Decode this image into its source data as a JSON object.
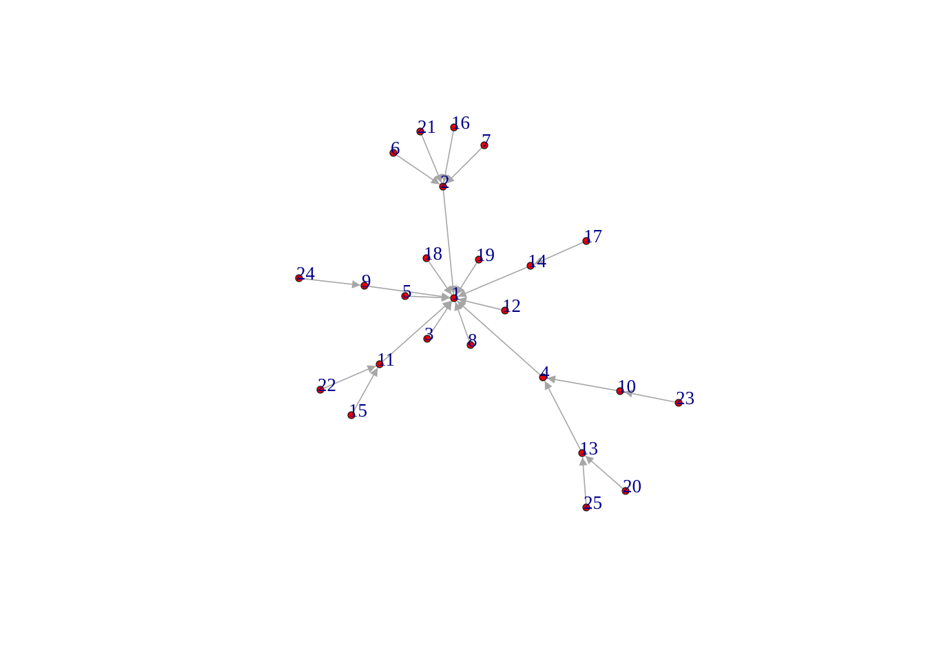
{
  "colors": {
    "background": "#ffffff",
    "edge": "#a6a6a6",
    "arrowhead": "#a6a6a6",
    "node_fill": "#e8000b",
    "node_border": "#1a1a1a",
    "label": "#00008b"
  },
  "diagram": {
    "type": "directed-network",
    "nodes": [
      {
        "id": "1",
        "label": "1"
      },
      {
        "id": "2",
        "label": "2"
      },
      {
        "id": "3",
        "label": "3"
      },
      {
        "id": "4",
        "label": "4"
      },
      {
        "id": "5",
        "label": "5"
      },
      {
        "id": "6",
        "label": "6"
      },
      {
        "id": "7",
        "label": "7"
      },
      {
        "id": "8",
        "label": "8"
      },
      {
        "id": "9",
        "label": "9"
      },
      {
        "id": "10",
        "label": "10"
      },
      {
        "id": "11",
        "label": "11"
      },
      {
        "id": "12",
        "label": "12"
      },
      {
        "id": "13",
        "label": "13"
      },
      {
        "id": "14",
        "label": "14"
      },
      {
        "id": "15",
        "label": "15"
      },
      {
        "id": "16",
        "label": "16"
      },
      {
        "id": "17",
        "label": "17"
      },
      {
        "id": "18",
        "label": "18"
      },
      {
        "id": "19",
        "label": "19"
      },
      {
        "id": "20",
        "label": "20"
      },
      {
        "id": "21",
        "label": "21"
      },
      {
        "id": "22",
        "label": "22"
      },
      {
        "id": "23",
        "label": "23"
      },
      {
        "id": "24",
        "label": "24"
      },
      {
        "id": "25",
        "label": "25"
      }
    ],
    "edges": [
      {
        "from": "2",
        "to": "1"
      },
      {
        "from": "3",
        "to": "1"
      },
      {
        "from": "4",
        "to": "1"
      },
      {
        "from": "5",
        "to": "1"
      },
      {
        "from": "6",
        "to": "2"
      },
      {
        "from": "7",
        "to": "2"
      },
      {
        "from": "8",
        "to": "1"
      },
      {
        "from": "9",
        "to": "1"
      },
      {
        "from": "10",
        "to": "4"
      },
      {
        "from": "11",
        "to": "1"
      },
      {
        "from": "12",
        "to": "1"
      },
      {
        "from": "13",
        "to": "4"
      },
      {
        "from": "14",
        "to": "1"
      },
      {
        "from": "15",
        "to": "11"
      },
      {
        "from": "16",
        "to": "2"
      },
      {
        "from": "17",
        "to": "14"
      },
      {
        "from": "18",
        "to": "1"
      },
      {
        "from": "19",
        "to": "1"
      },
      {
        "from": "20",
        "to": "13"
      },
      {
        "from": "21",
        "to": "2"
      },
      {
        "from": "22",
        "to": "11"
      },
      {
        "from": "23",
        "to": "10"
      },
      {
        "from": "24",
        "to": "9"
      },
      {
        "from": "25",
        "to": "13"
      }
    ]
  }
}
